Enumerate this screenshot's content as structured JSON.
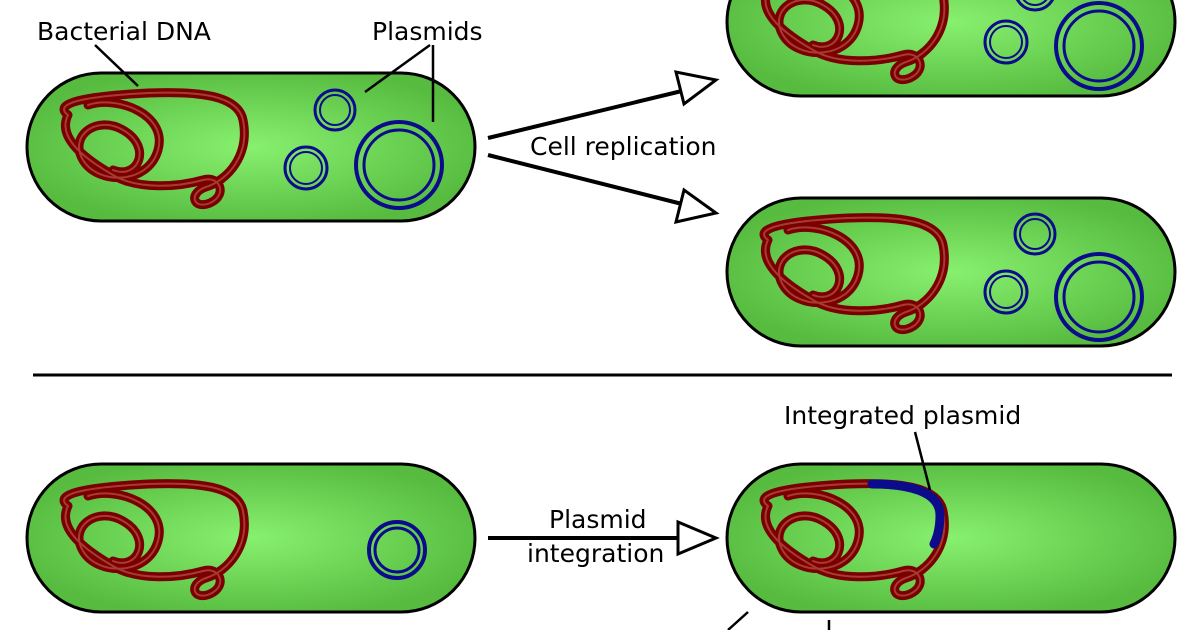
{
  "labels": {
    "bacterial_dna": "Bacterial DNA",
    "plasmids": "Plasmids",
    "cell_replication": "Cell replication",
    "integrated_plasmid": "Integrated plasmid",
    "plasmid_integration_line1": "Plasmid",
    "plasmid_integration_line2": "integration"
  },
  "colors": {
    "cell_fill_center": "#86ee6e",
    "cell_fill_edge": "#5cbf45",
    "cell_outline": "#000000",
    "dna": "#7a0000",
    "plasmid": "#0b0b8c",
    "arrow": "#000000"
  }
}
